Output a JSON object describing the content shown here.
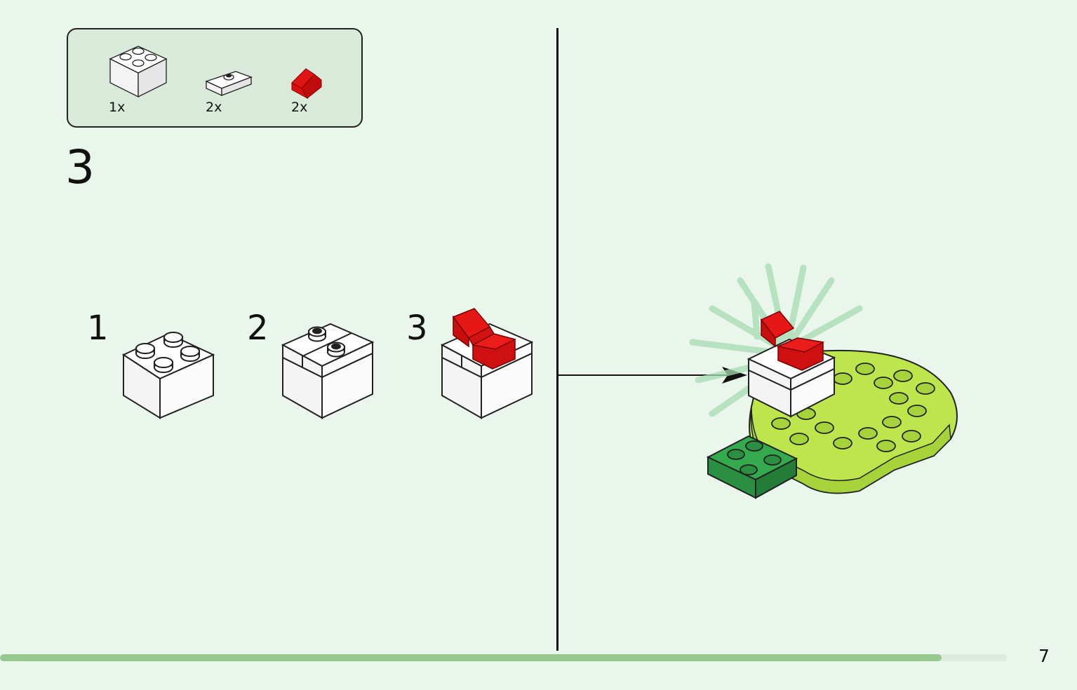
{
  "parts_list": {
    "items": [
      {
        "icon": "white-2x2-brick-icon",
        "quantity": "1x"
      },
      {
        "icon": "white-1x2-jumper-plate-icon",
        "quantity": "2x"
      },
      {
        "icon": "red-slope-brick-icon",
        "quantity": "2x"
      }
    ]
  },
  "step": {
    "number": "3"
  },
  "substeps": [
    {
      "label": "1",
      "icon": "white-2x2-brick-icon"
    },
    {
      "label": "2",
      "icon": "jumper-plates-on-brick-icon"
    },
    {
      "label": "3",
      "icon": "red-slopes-on-brick-icon"
    }
  ],
  "assembly": {
    "icon": "green-base-assembly-icon"
  },
  "progress": {
    "fraction": 0.935
  },
  "page": {
    "number": "7"
  },
  "colors": {
    "background": "#eaf5ec",
    "parts_box": "#d9e9da",
    "lime": "#b9e34a",
    "green": "#2fa24a",
    "red": "#dd1010",
    "progress": "#97c98f"
  }
}
